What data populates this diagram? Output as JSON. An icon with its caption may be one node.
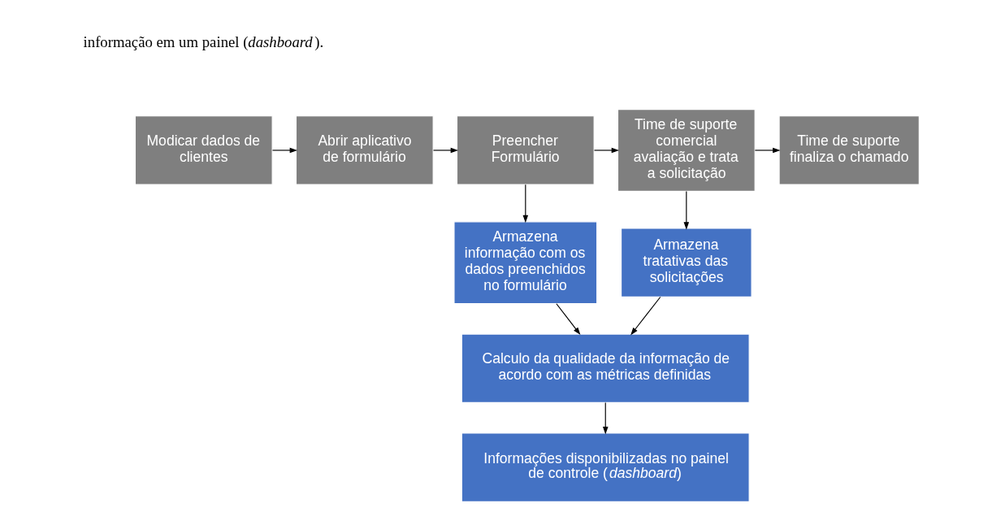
{
  "diagram": {
    "nodes": [
      {
        "text": [
          "Modicar dados de clientes"
        ]
      },
      {
        "text": [
          "Abrir aplicativo de formulário"
        ]
      },
      {
        "text": [
          "Preencher Formulário"
        ]
      },
      {
        "text": [
          "Time de suporte comercial avaliação e trata a solicitação"
        ]
      },
      {
        "text": [
          "Time de suporte finaliza o chamado"
        ]
      },
      {
        "text": [
          "Armazena informação com os dados preenchidos no formulário"
        ]
      },
      {
        "text": [
          "Armazena tratativas das solicitações"
        ]
      },
      {
        "text": [
          "Calculo da qualidade da informação de acordo com as métricas definidas"
        ]
      },
      {
        "text": [
          "Informações disponibilizadas no painel de controle (*dashboard*)"
        ]
      }
    ],
    "edges": [
      {
        "from": 0,
        "to": 1,
        "arrow": "to"
      },
      {
        "from": 1,
        "to": 2,
        "arrow": "to"
      },
      {
        "from": 2,
        "to": 3,
        "arrow": "to"
      },
      {
        "from": 3,
        "to": 4,
        "arrow": "to"
      },
      {
        "from": 2,
        "to": 5,
        "arrow": "to"
      },
      {
        "from": 3,
        "to": 6,
        "arrow": "to"
      },
      {
        "from": 5,
        "to": 7,
        "arrow": "to"
      },
      {
        "from": 6,
        "to": 7,
        "arrow": "to"
      },
      {
        "from": 7,
        "to": 8,
        "arrow": "to"
      }
    ],
    "labels": [
      "informação em um painel (*dashboard*)."
    ]
  }
}
